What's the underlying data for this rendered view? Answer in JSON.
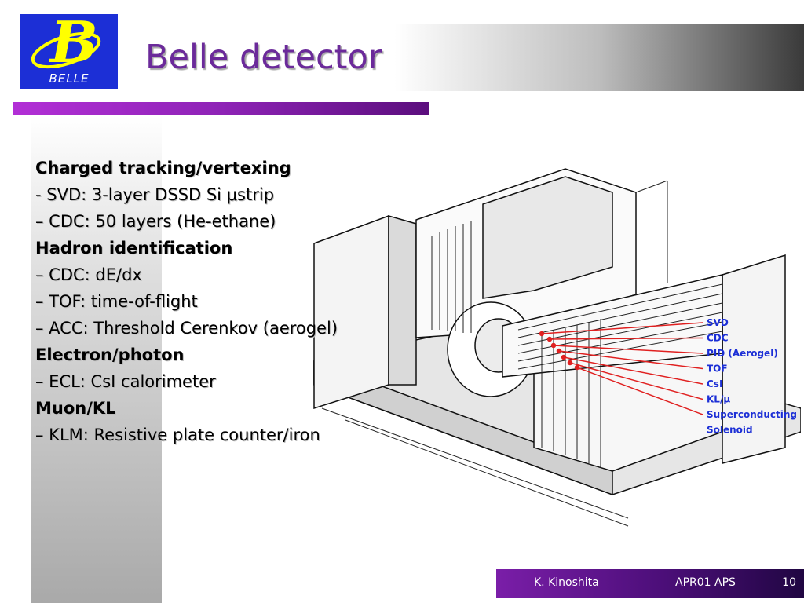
{
  "slide": {
    "title": "Belle detector",
    "logo": {
      "letter": "B",
      "name": "BELLE",
      "colors": {
        "background": "#1c2fd6",
        "letter": "#ffff00"
      }
    },
    "accent_color": "#8e23b6",
    "bullets": [
      {
        "text": "Charged tracking/vertexing",
        "bold": true
      },
      {
        "text": "- SVD: 3-layer DSSD Si μstrip",
        "bold": false
      },
      {
        "text": "– CDC: 50 layers (He-ethane)",
        "bold": false
      },
      {
        "text": "Hadron identification",
        "bold": true
      },
      {
        "text": "– CDC: dE/dx",
        "bold": false
      },
      {
        "text": "– TOF: time-of-flight",
        "bold": false
      },
      {
        "text": "– ACC: Threshold Cerenkov (aerogel)",
        "bold": false
      },
      {
        "text": "Electron/photon",
        "bold": true
      },
      {
        "text": "– ECL: CsI calorimeter",
        "bold": false
      },
      {
        "text": "Muon/KL",
        "bold": true
      },
      {
        "text": "– KLM: Resistive plate counter/iron",
        "bold": false
      }
    ],
    "figure": {
      "description_icon": "detector-diagram",
      "labels": [
        "SVD",
        "CDC",
        "PID (Aerogel)",
        "TOF",
        "CsI",
        "KL/μ",
        "Superconducting",
        "Solenoid"
      ],
      "label_color": "#1c2fd6",
      "arrow_color": "#e02020"
    },
    "footer": {
      "author": "K. Kinoshita",
      "event": "APR01 APS",
      "page": "10"
    }
  }
}
